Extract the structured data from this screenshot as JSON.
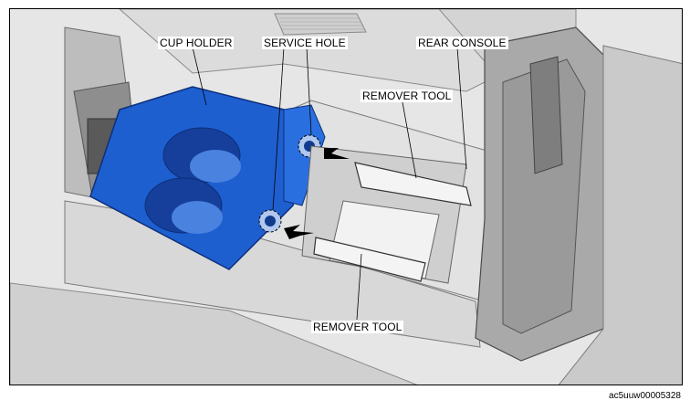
{
  "labels": {
    "cup_holder": "CUP HOLDER",
    "service_hole": "SERVICE HOLE",
    "rear_console": "REAR CONSOLE",
    "remover_tool_top": "REMOVER TOOL",
    "remover_tool_bottom": "REMOVER TOOL"
  },
  "image_id": "ac5uuw00005328",
  "colors": {
    "cup_holder_blue": "#1e5fd0",
    "line_gray": "#6a6a6a",
    "background_gray": "#e4e4e4"
  }
}
